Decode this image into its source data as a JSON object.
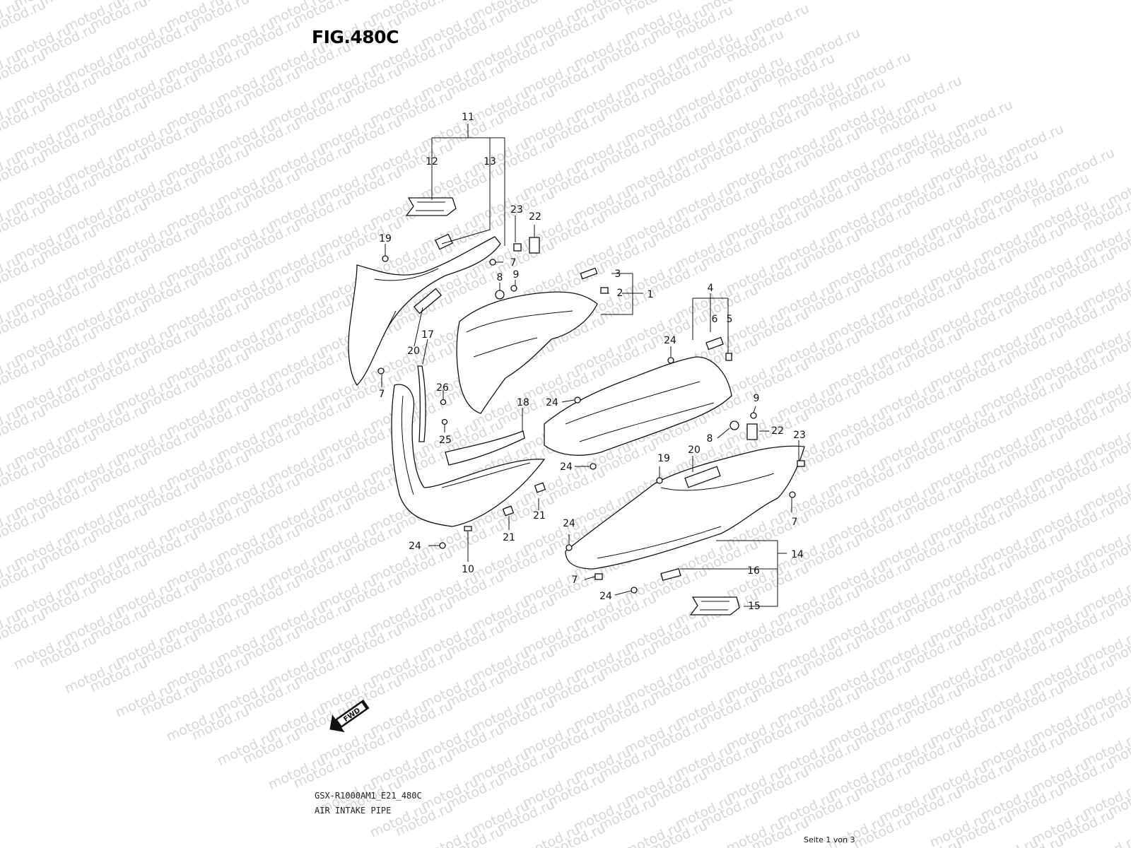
{
  "figure": {
    "title": "FIG.480C",
    "model_code": "GSX-R1000AM1_E21_480C",
    "name": "AIR INTAKE PIPE",
    "page": "Seite 1 von 3",
    "watermark": "motod.ru",
    "fwd_label": "FWD"
  },
  "callouts": {
    "c1": "1",
    "c2": "2",
    "c3": "3",
    "c4": "4",
    "c5": "5",
    "c6": "6",
    "c7a": "7",
    "c7b": "7",
    "c7c": "7",
    "c7d": "7",
    "c8a": "8",
    "c8b": "8",
    "c9a": "9",
    "c9b": "9",
    "c10": "10",
    "c11": "11",
    "c12": "12",
    "c13": "13",
    "c14": "14",
    "c15": "15",
    "c16": "16",
    "c17": "17",
    "c18": "18",
    "c19a": "19",
    "c19b": "19",
    "c20a": "20",
    "c20b": "20",
    "c21a": "21",
    "c21b": "21",
    "c22a": "22",
    "c22b": "22",
    "c23a": "23",
    "c23b": "23",
    "c24a": "24",
    "c24b": "24",
    "c24c": "24",
    "c24d": "24",
    "c24e": "24",
    "c24f": "24",
    "c25": "25",
    "c26": "26"
  }
}
